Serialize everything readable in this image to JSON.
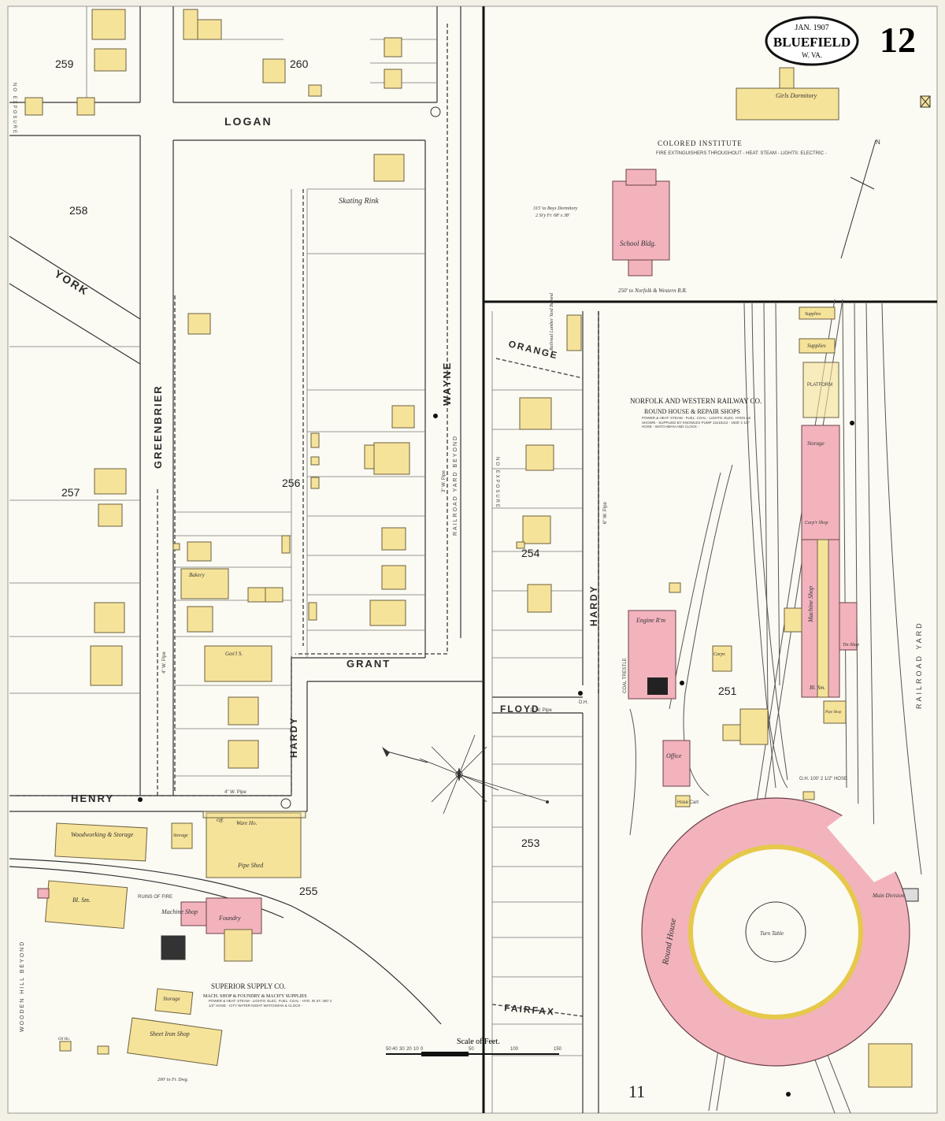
{
  "header": {
    "date": "JAN. 1907",
    "city": "BLUEFIELD",
    "state": "W. VA.",
    "sheet_number": "12"
  },
  "streets": {
    "logan": "LOGAN",
    "york": "YORK",
    "greenbrier": "GREENBRIER",
    "wayne": "WAYNE",
    "grant": "GRANT",
    "hardy_left": "HARDY",
    "hardy_right": "HARDY",
    "henry": "HENRY",
    "orange": "ORANGE",
    "floyd": "FLOYD",
    "fairfax": "FAIRFAX",
    "railroad_yard_beyond": "RAILROAD YARD BEYOND",
    "railroad_yard": "RAILROAD YARD",
    "wooden_hill_beyond": "WOODEN HILL BEYOND",
    "no_exposure_left": "NO EXPOSURE",
    "no_exposure_mid": "NO EXPOSURE"
  },
  "blocks": [
    "259",
    "260",
    "258",
    "257",
    "256",
    "255",
    "254",
    "253",
    "251"
  ],
  "adjoining_sheet": "11",
  "labels": {
    "skating_rink": "Skating Rink",
    "bakery": "Bakery",
    "genl_s": "Gen'l S.",
    "colored_institute": "COLORED INSTITUTE",
    "colored_institute_note": "FIRE EXTINGUISHERS THROUGHOUT - HEAT: STEAM - LIGHTS: ELECTRIC -",
    "girls_dormitory": "Girls Dormitory",
    "school_bldg": "School Bldg.",
    "boys_dormitory_note_1": "315' to Boys Dormitory",
    "boys_dormitory_note_2": "2 St'y Fr. 68' x 38'",
    "to_nw_rr": "250' to Norfolk & Western R.R.",
    "lumber_yard": "Railroad Lumber Yard Beyond",
    "nw_railway_title_1": "NORFOLK AND WESTERN RAILWAY CO.",
    "nw_railway_title_2": "ROUND HOUSE & REPAIR SHOPS",
    "nw_railway_note": "POWER & HEAT: STEAM - FUEL: COAL - LIGHTS: ELEC. HYDS AS SHOWN - SUPPLIED BY KNOWLES PUMP 12x10x12 - 1500' 2 1/2\" HOSE - WATCHMAN AND CLOCK -",
    "supplies_1": "Supplies",
    "supplies_2": "Supplies",
    "platform": "PLATFORM",
    "storage_nw": "Storage",
    "carpr_shop": "Carp'r Shop",
    "machine_shop_nw": "Machine Shop",
    "tin_shop": "Tin Shop",
    "bl_sm_nw": "Bl. Sm.",
    "pipe_shop": "Pipe Shop",
    "engine_rm": "Engine R'm",
    "office": "Office",
    "carpr": "Carpr.",
    "round_house": "Round House",
    "turn_table": "Turn Table",
    "main_division": "Main Division",
    "coal_trestle": "COAL TRESTLE",
    "woodworking": "Woodworking & Storage",
    "storage_small": "Storage",
    "ware_ho": "Ware Ho.",
    "off": "Off.",
    "pipe_shed": "Pipe Shed",
    "bl_sm": "Bl. Sm.",
    "ruins_of_fire": "RUINS OF FIRE",
    "machine_shop": "Machine Shop",
    "foundry": "Foundry",
    "superior_title": "SUPERIOR SUPPLY CO.",
    "superior_sub": "MACH. SHOP & FOUNDRY & MACH'Y SUPPLIES",
    "superior_note": "POWER & HEAT: STEAM - LIGHTS: ELEC. FUEL: COAL - HYD. IN ST. 300' 2 1/2\" HOSE - CITY WATER NIGHT WATCHMAN & CLOCK -",
    "storage_sw": "Storage",
    "sheet_iron_shop": "Sheet Iron Shop",
    "oil_ho": "Oil Ho.",
    "to_fr_dwg": "200' to Fr. Dwg.",
    "hose_cart": "Hose Cart",
    "oh_100": "O.H. 100' 2 1/2\" HOSE",
    "dh": "D.H.",
    "scale_title": "Scale of Feet.",
    "scale_ticks": [
      "50",
      "40",
      "30",
      "20",
      "10",
      "0",
      "50",
      "100",
      "150"
    ],
    "wpipe_1": "4\" W. Pipe",
    "wpipe_2": "3\" W. Pipe",
    "wpipe_3": "6\" W. Pipe",
    "wpipe_4": "4\" W. Pipe",
    "wpipe_5": "3\" W. Pipe"
  },
  "colors": {
    "paper": "#f3f0e6",
    "frame_dwelling": "#f6e39a",
    "brick": "#f2b3bd",
    "ink": "#222222"
  }
}
